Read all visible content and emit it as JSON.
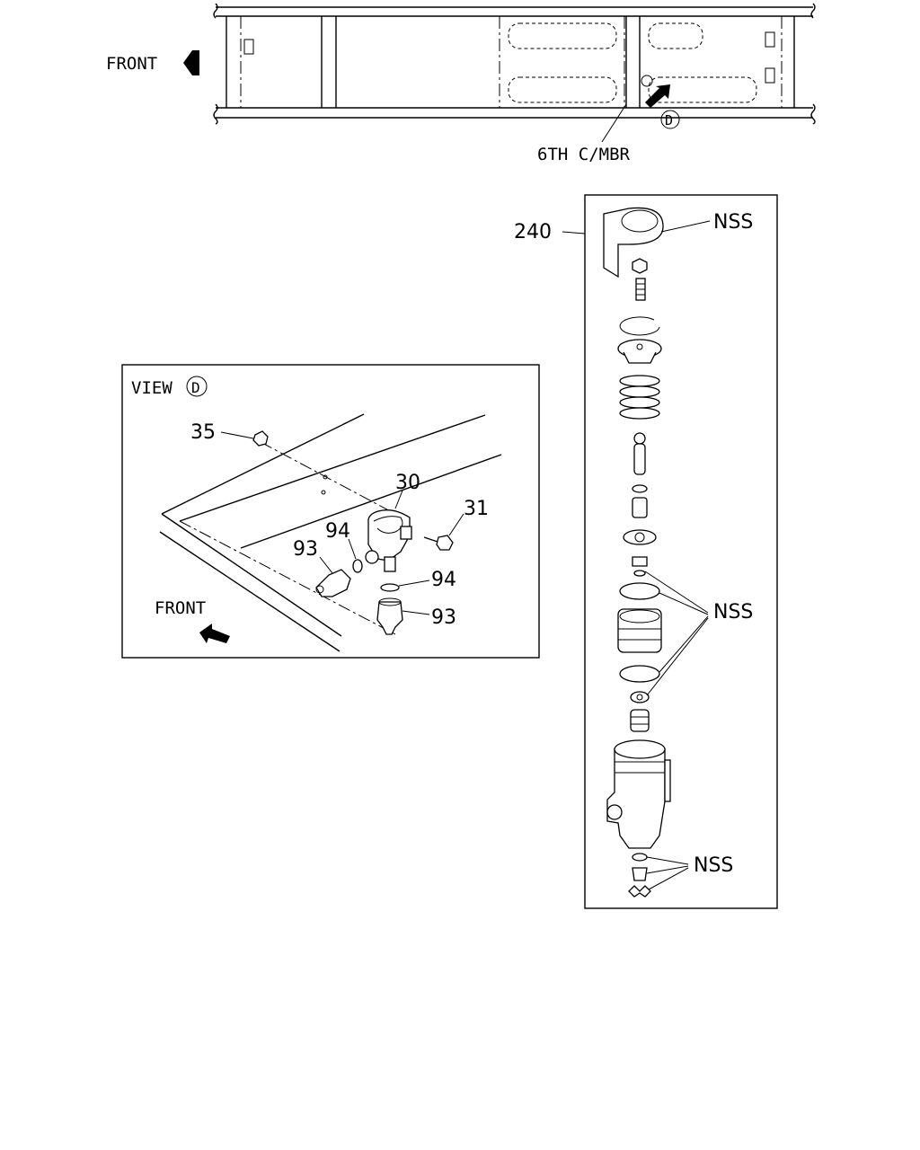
{
  "top_view": {
    "front_label": "FRONT",
    "crossmember_label": "6TH C/MBR",
    "view_marker": "D"
  },
  "view_d": {
    "title": "VIEW",
    "marker": "D",
    "front_label": "FRONT",
    "callouts": {
      "nut": "35",
      "valve": "30",
      "bolt": "31",
      "gasket_left": "94",
      "gasket_bottom": "94",
      "fitting_left": "93",
      "fitting_bottom": "93"
    }
  },
  "exploded_view": {
    "assembly_number": "240",
    "nss_top": "NSS",
    "nss_middle": "NSS",
    "nss_bottom": "NSS"
  }
}
